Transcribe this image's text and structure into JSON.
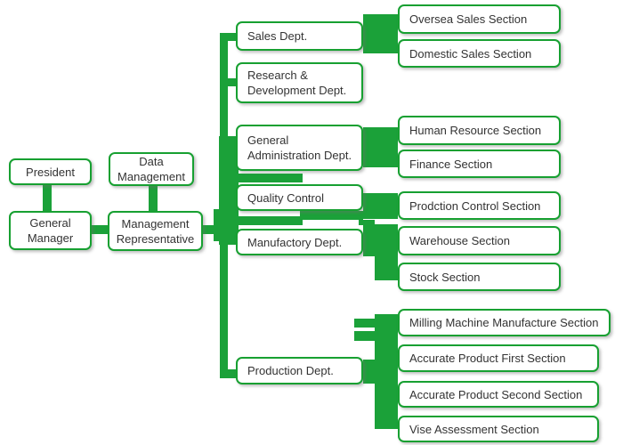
{
  "title": "Company Organization Chart",
  "colors": {
    "connector_green": "#1ba139",
    "box_border_green": "#17a031",
    "box_fill": "#ffffff",
    "text": "#333333",
    "background": "#ffffff"
  },
  "nodes": {
    "president": "President",
    "general_manager": "General\nManager",
    "data_management": "Data\nManagement",
    "management_representative": "Management\nRepresentative",
    "sales_dept": "Sales Dept.",
    "rnd_dept": "Research &\nDevelopment Dept.",
    "general_admin_dept": "General\nAdministration Dept.",
    "quality_control": "Quality Control",
    "manufactory_dept": "Manufactory Dept.",
    "production_dept": "Production Dept.",
    "oversea_sales_section": "Oversea Sales Section",
    "domestic_sales_section": "Domestic Sales Section",
    "human_resource_section": "Human Resource Section",
    "finance_section": "Finance Section",
    "prodction_control_section": "Prodction Control Section",
    "warehouse_section": "Warehouse Section",
    "stock_section": "Stock Section",
    "milling_section": "Milling Machine Manufacture Section",
    "accurate_first_section": "Accurate Product First Section",
    "accurate_second_section": "Accurate Product Second Section",
    "vise_section": "Vise Assessment Section"
  },
  "hierarchy": {
    "President": [
      "General Manager"
    ],
    "Data Management": [
      "Management Representative"
    ],
    "General Manager": [
      "Management Representative"
    ],
    "Management Representative": [
      "Sales Dept.",
      "Research & Development Dept.",
      "General Administration Dept.",
      "Quality Control",
      "Manufactory Dept.",
      "Production Dept."
    ],
    "Sales Dept.": [
      "Oversea Sales Section",
      "Domestic Sales Section"
    ],
    "General Administration Dept.": [
      "Human Resource Section",
      "Finance Section"
    ],
    "Manufactory Dept.": [
      "Prodction Control Section",
      "Warehouse Section",
      "Stock Section"
    ],
    "Production Dept.": [
      "Milling Machine Manufacture Section",
      "Accurate Product First Section",
      "Accurate Product Second Section",
      "Vise Assessment Section"
    ]
  }
}
